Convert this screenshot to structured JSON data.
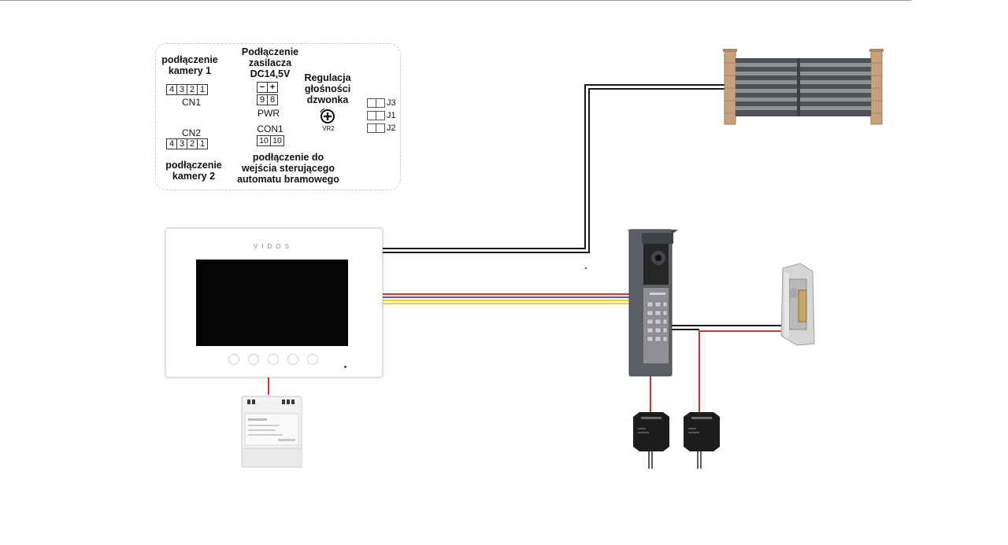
{
  "panel": {
    "cam1_title": "podłączenie\nkamery 1",
    "cn1_pins": [
      "4",
      "3",
      "2",
      "1"
    ],
    "cn1_label": "CN1",
    "cn2_label": "CN2",
    "cn2_pins": [
      "4",
      "3",
      "2",
      "1"
    ],
    "cam2_title": "podłączenie\nkamery 2",
    "pwr_title": "Podłączenie\nzasilacza\nDC14,5V",
    "pwr_minus": "−",
    "pwr_plus": "+",
    "pwr_pins": [
      "9",
      "8"
    ],
    "pwr_label": "PWR",
    "con1_label": "CON1",
    "con1_pins": [
      "10",
      "10"
    ],
    "gate_title": "podłączenie do\nwejścia sterującego\nautomatu bramowego",
    "volume_title": "Regulacja\ngłośności\ndzwonka",
    "vr2_label": "VR2",
    "jumpers": [
      "J3",
      "J1",
      "J2"
    ]
  },
  "monitor": {
    "brand": "VIDOS",
    "buttons": [
      "home-icon",
      "phone-icon",
      "lock-icon",
      "camera-icon",
      "menu-icon"
    ]
  },
  "colors": {
    "wire_red": "#d8322c",
    "wire_blue": "#3a63c7",
    "wire_yellow": "#f0d21a",
    "wire_black": "#1a1a1a"
  }
}
